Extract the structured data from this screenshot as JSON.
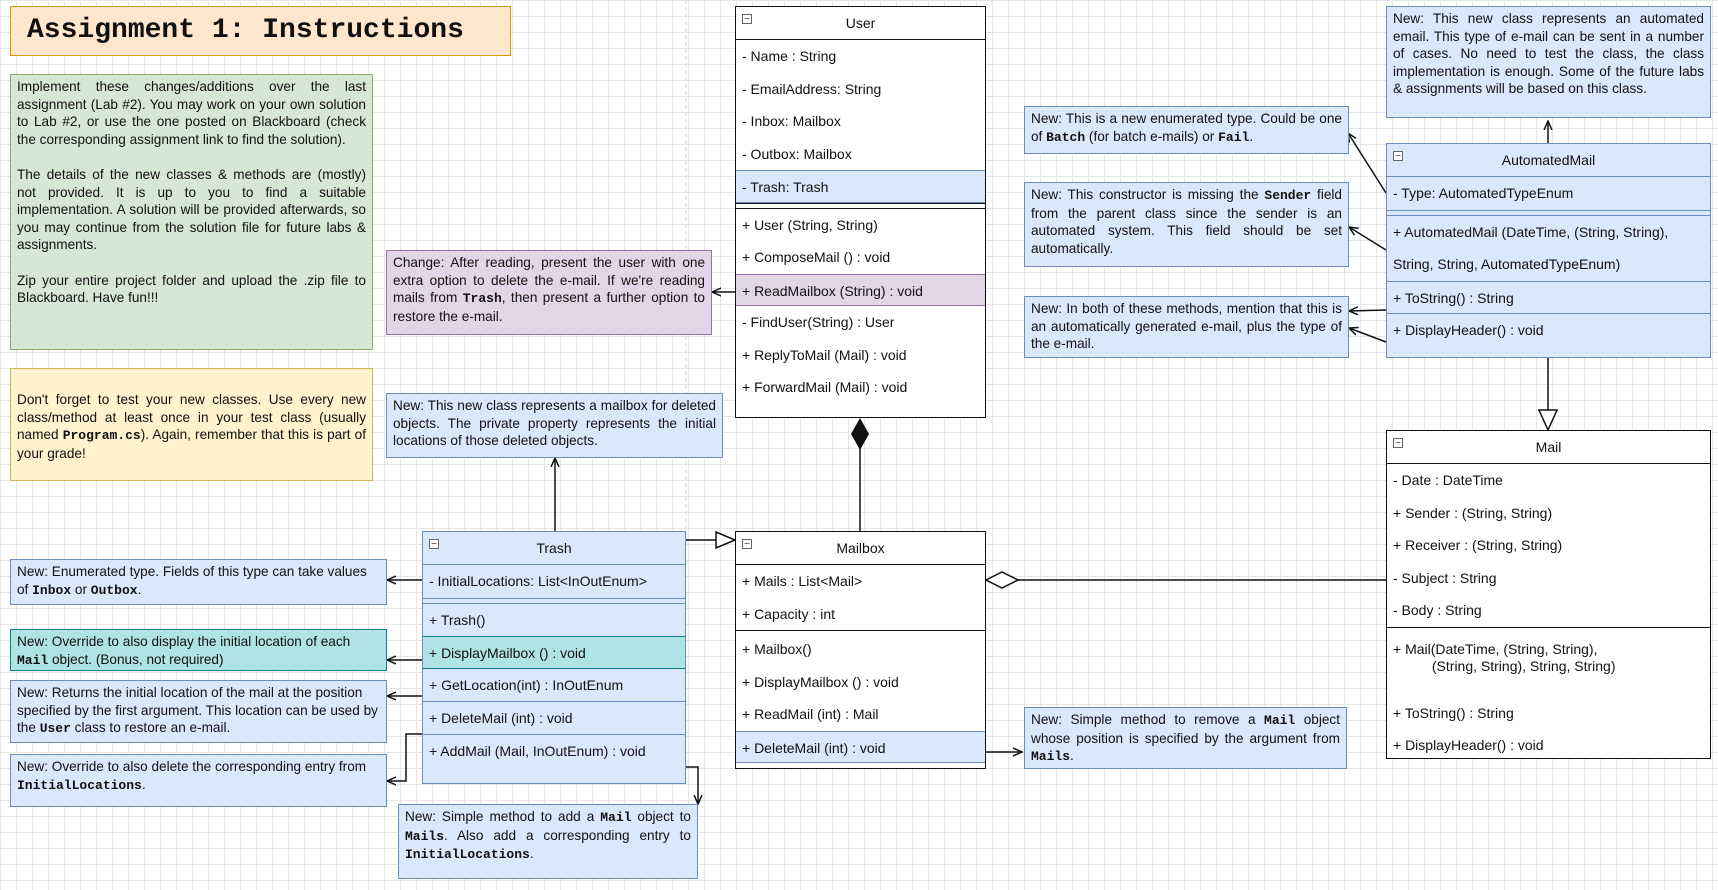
{
  "title": "Assignment 1: Instructions",
  "instructions": {
    "p1": "Implement these changes/additions over the last assignment (Lab #2). You may work on your own solution to Lab #2, or use the one posted on Blackboard (check the corresponding assignment link to find the solution).",
    "p2": "The details of the new classes & methods are (mostly) not provided. It is up to you to find a suitable implementation. A solution will be provided afterwards, so you may continue from the solution file for future labs & assignments.",
    "p3": "Zip your entire project folder and upload the .zip file to Blackboard. Have fun!!!"
  },
  "reminder": {
    "a": "Don't forget to test your new classes. Use every new class/method at least once in your test class (usually named ",
    "code": "Program.cs",
    "b": "). Again, remember that this is part of your grade!"
  },
  "classes": {
    "user": {
      "name": "User",
      "attributes": [
        "- Name  :  String",
        "- EmailAddress:  String",
        "- Inbox:  Mailbox",
        "- Outbox:  Mailbox",
        "- Trash:  Trash"
      ],
      "methods": [
        "+ User (String, String)",
        "+ ComposeMail ()  :  void",
        "+ ReadMailbox (String)  :  void",
        "- FindUser(String)  :  User",
        "+ ReplyToMail (Mail)  :  void",
        "+ ForwardMail (Mail)  :  void"
      ]
    },
    "trash": {
      "name": "Trash",
      "attributes": [
        "- InitialLocations:  List<InOutEnum>"
      ],
      "methods": [
        "+ Trash()",
        "+ DisplayMailbox ()  :  void",
        "+ GetLocation(int)  :  InOutEnum",
        "+ DeleteMail (int)  :  void",
        "+ AddMail (Mail, InOutEnum)  :  void"
      ]
    },
    "mailbox": {
      "name": "Mailbox",
      "attributes": [
        "+ Mails  :  List<Mail>",
        "+ Capacity  :  int"
      ],
      "methods": [
        "+ Mailbox()",
        "+ DisplayMailbox ()  :  void",
        "+ ReadMail (int)  :  Mail",
        "+ DeleteMail (int)  :  void"
      ]
    },
    "automated": {
      "name": "AutomatedMail",
      "attributes": [
        "- Type:  AutomatedTypeEnum"
      ],
      "methods": [
        "+ AutomatedMail (DateTime, (String, String),",
        "String, String, AutomatedTypeEnum)",
        "+ ToString()  :  String",
        "+ DisplayHeader()  :  void"
      ]
    },
    "mail": {
      "name": "Mail",
      "attributes": [
        "- Date  :  DateTime",
        "+ Sender  :  (String, String)",
        "+ Receiver  :  (String, String)",
        "- Subject  :  String",
        "- Body  :  String"
      ],
      "methods": [
        "+ Mail(DateTime, (String, String),\n          (String, String), String, String)",
        "+ ToString()  :  String",
        "+ DisplayHeader()  :  void"
      ]
    }
  },
  "notes": {
    "readmailbox": {
      "a": "Change: After reading, present the user with one extra option to delete the e-mail. If we're reading mails from ",
      "code": "Trash",
      "b": ", then present a further option to restore the e-mail."
    },
    "trash_class": {
      "text": "New: This new class represents a mailbox for deleted objects. The private property represents the initial locations of those deleted objects."
    },
    "enum": {
      "a": "New: Enumerated type. Fields of this type can take values of ",
      "code1": "Inbox",
      "mid": " or ",
      "code2": "Outbox",
      "b": "."
    },
    "display_override": {
      "a": "New: Override to also display the initial location of each ",
      "code": "Mail",
      "b": " object. (Bonus, not required)"
    },
    "getlocation": {
      "a": "New: Returns the initial location of the mail at the position specified by the first argument. This location can be used by the ",
      "code": "User",
      "b": " class to restore an e-mail."
    },
    "delete_override": {
      "a": "New: Override to also delete the corresponding entry from ",
      "code": "InitialLocations",
      "b": "."
    },
    "addmail": {
      "a": "New: Simple method to add a ",
      "code1": "Mail",
      "m1": " object to ",
      "code2": "Mails",
      "m2": ". Also add a corresponding entry to ",
      "code3": "InitialLocations",
      "b": "."
    },
    "automated_class": {
      "text": "New: This new class represents an automated email. This type of e-mail can be sent in a number of cases. No need to test the class, the class implementation is enough. Some of the future labs & assignments will be based on this class."
    },
    "enum_type": {
      "a": "New: This is a new enumerated type. Could be one of ",
      "code1": "Batch",
      "m1": " (for batch e-mails) or ",
      "code2": "Fail",
      "b": "."
    },
    "constructor": {
      "a": "New: This constructor is missing the ",
      "code": "Sender",
      "b": " field from the parent class since the sender is an automated system. This field should be set automatically."
    },
    "methods_note": {
      "text": "New: In both of these methods, mention that this is an automatically generated e-mail, plus the type of the e-mail."
    },
    "deletemail": {
      "a": "New: Simple method to remove a ",
      "code1": "Mail",
      "m1": " object whose position is specified by the argument from ",
      "code2": "Mails",
      "b": "."
    }
  }
}
